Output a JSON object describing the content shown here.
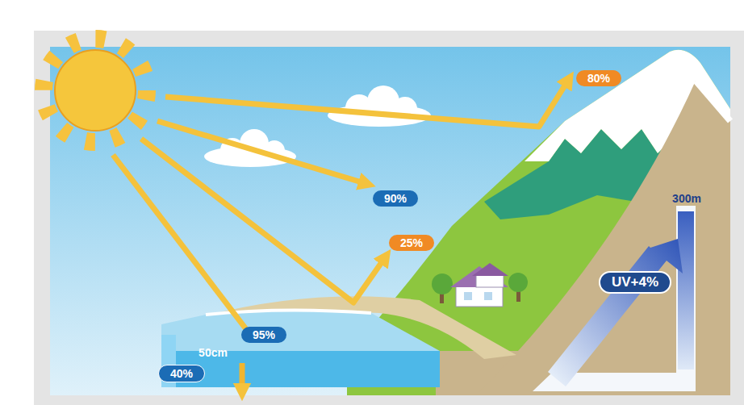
{
  "diagram": {
    "nodes": [
      {
        "text": [
          "80%"
        ]
      },
      {
        "text": [
          "90%"
        ]
      },
      {
        "text": [
          "25%"
        ]
      },
      {
        "text": [
          "UV+4%"
        ]
      },
      {
        "text": [
          "95%"
        ]
      },
      {
        "text": [
          "40%"
        ]
      }
    ],
    "labels": [
      "50cm",
      "300m"
    ]
  }
}
